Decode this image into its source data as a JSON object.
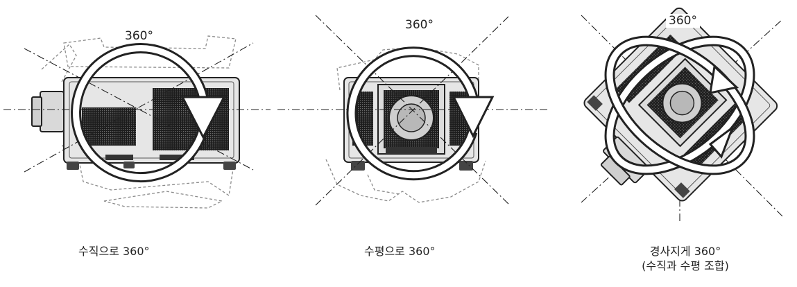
{
  "panels": [
    {
      "id": "vertical",
      "degree_label": "360°",
      "caption": [
        "수직으로 360°"
      ]
    },
    {
      "id": "horizontal",
      "degree_label": "360°",
      "caption": [
        "수평으로 360°"
      ]
    },
    {
      "id": "tilt",
      "degree_label": "360°",
      "caption": [
        "경사지게 360°",
        "(수직과 수평 조합)"
      ]
    }
  ],
  "colors": {
    "line": "#222222",
    "body_fill": "#e6e6e6",
    "vent": "#222222",
    "dashed": "#8a8a8a"
  }
}
